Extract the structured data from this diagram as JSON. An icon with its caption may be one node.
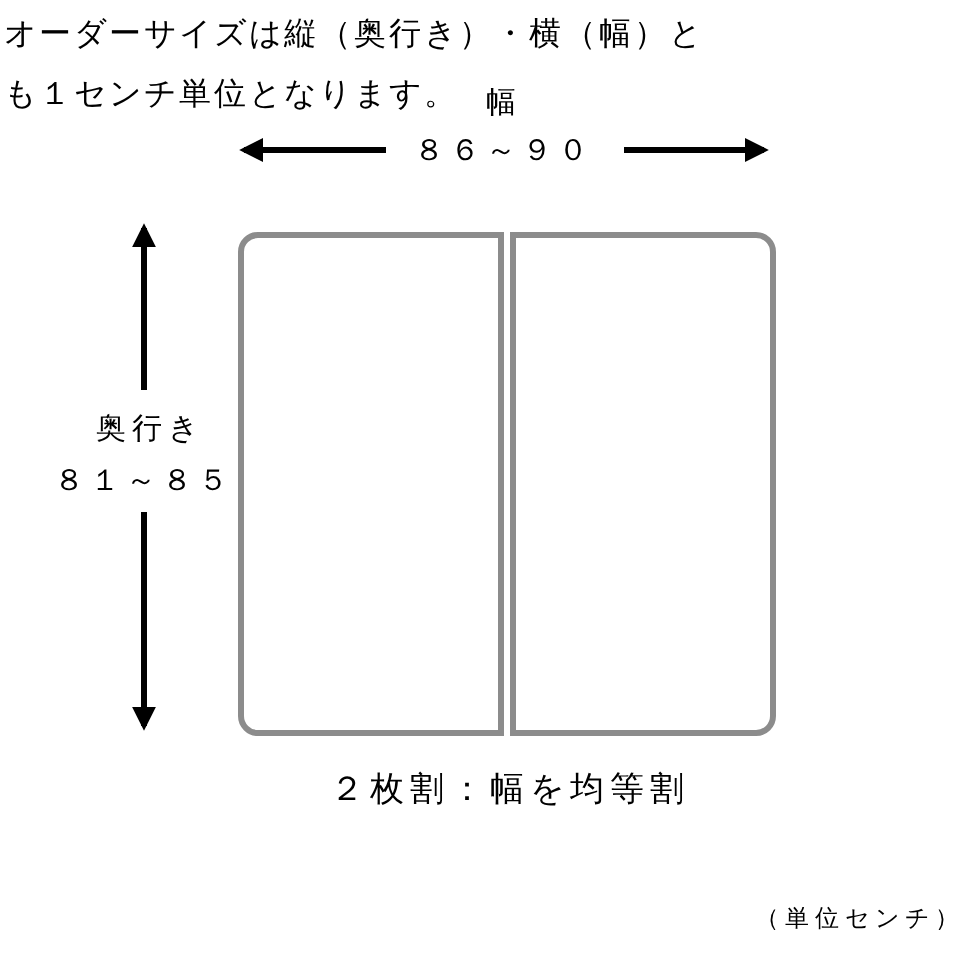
{
  "diagram": {
    "nodes": [
      {
        "text": [],
        "shape": "box"
      },
      {
        "text": [],
        "shape": "box"
      }
    ],
    "labels": [
      "オーダーサイズは縦（奥行き）・横（幅）とも１センチ単位となります。",
      "幅",
      "８６～９０",
      "奥行き",
      "８１～８５",
      "２枚割：幅を均等割",
      "（単位センチ）"
    ]
  }
}
